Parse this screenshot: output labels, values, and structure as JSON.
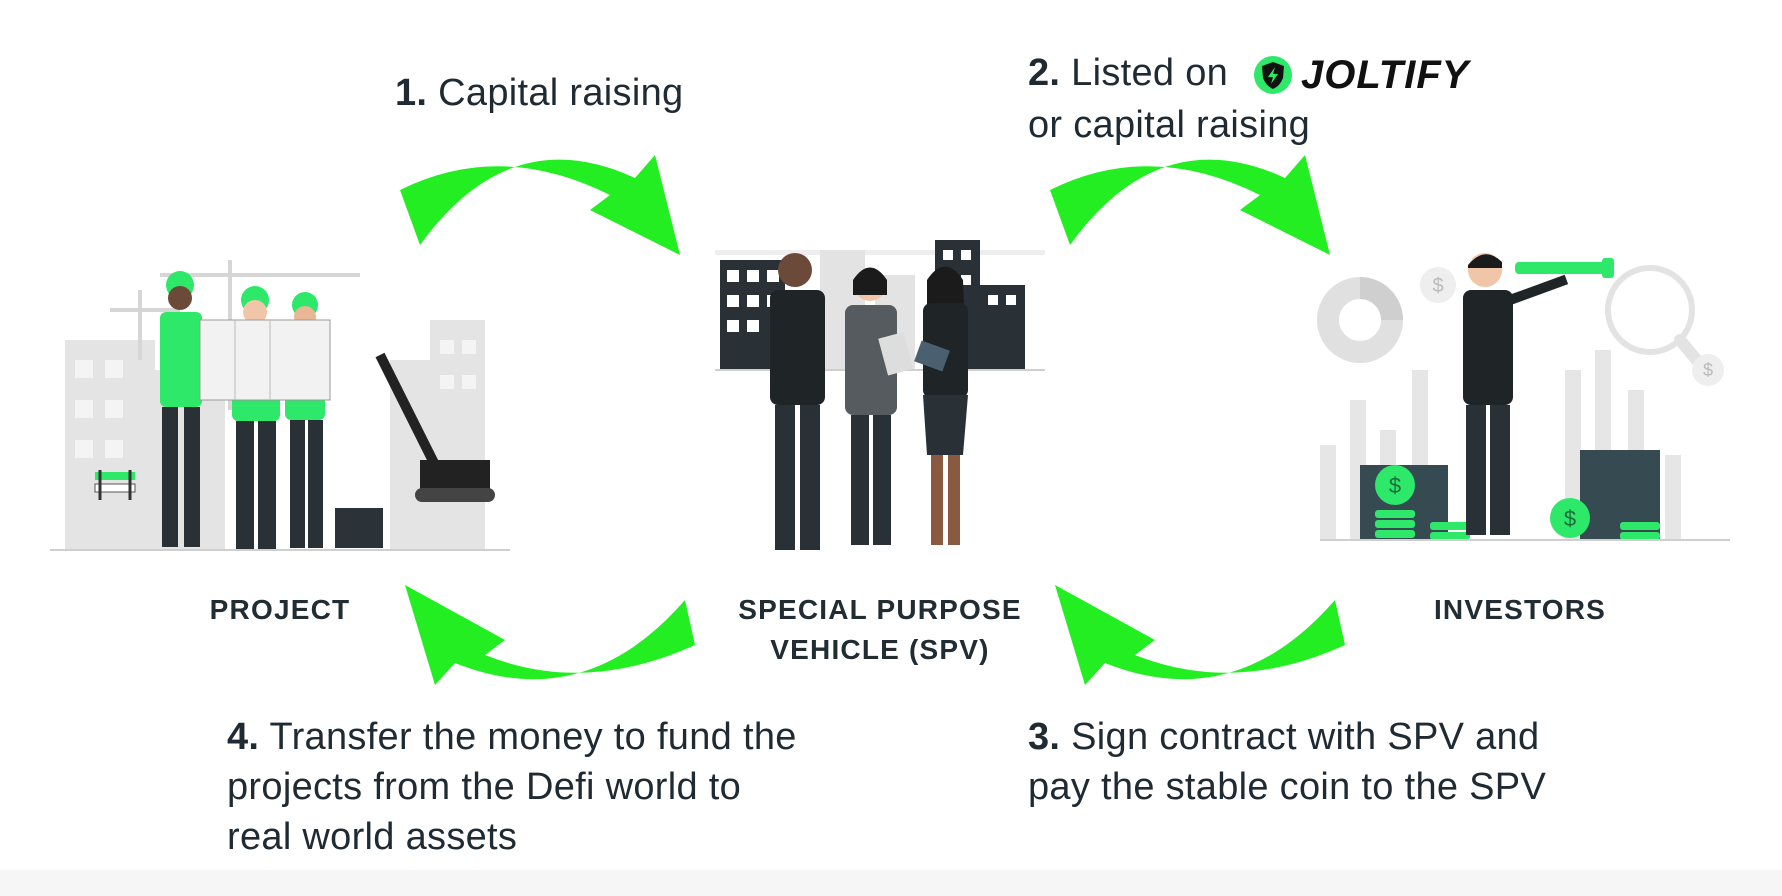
{
  "steps": {
    "s1": {
      "num": "1.",
      "text": "Capital raising"
    },
    "s2": {
      "num": "2.",
      "line1": "Listed on",
      "brand": "JOLTIFY",
      "line2": "or capital raising"
    },
    "s3": {
      "num": "3.",
      "line1": "Sign contract with SPV and",
      "line2": "pay the stable coin to the SPV"
    },
    "s4": {
      "num": "4.",
      "line1": "Transfer the money to fund the",
      "line2": "projects from the Defi world to",
      "line3": "real world assets"
    }
  },
  "nodes": {
    "project": "PROJECT",
    "spv_line1": "SPECIAL PURPOSE",
    "spv_line2": "VEHICLE (SPV)",
    "investors": "INVESTORS"
  },
  "colors": {
    "arrow_green": "#22ee22",
    "accent_green": "#2ee86a",
    "dark": "#1f2a33",
    "gray_building": "#e2e2e2"
  },
  "icons": [
    "joltify-shield-icon",
    "dollar-coin-icon",
    "magnifier-icon",
    "donut-chart-icon",
    "telescope-icon"
  ]
}
